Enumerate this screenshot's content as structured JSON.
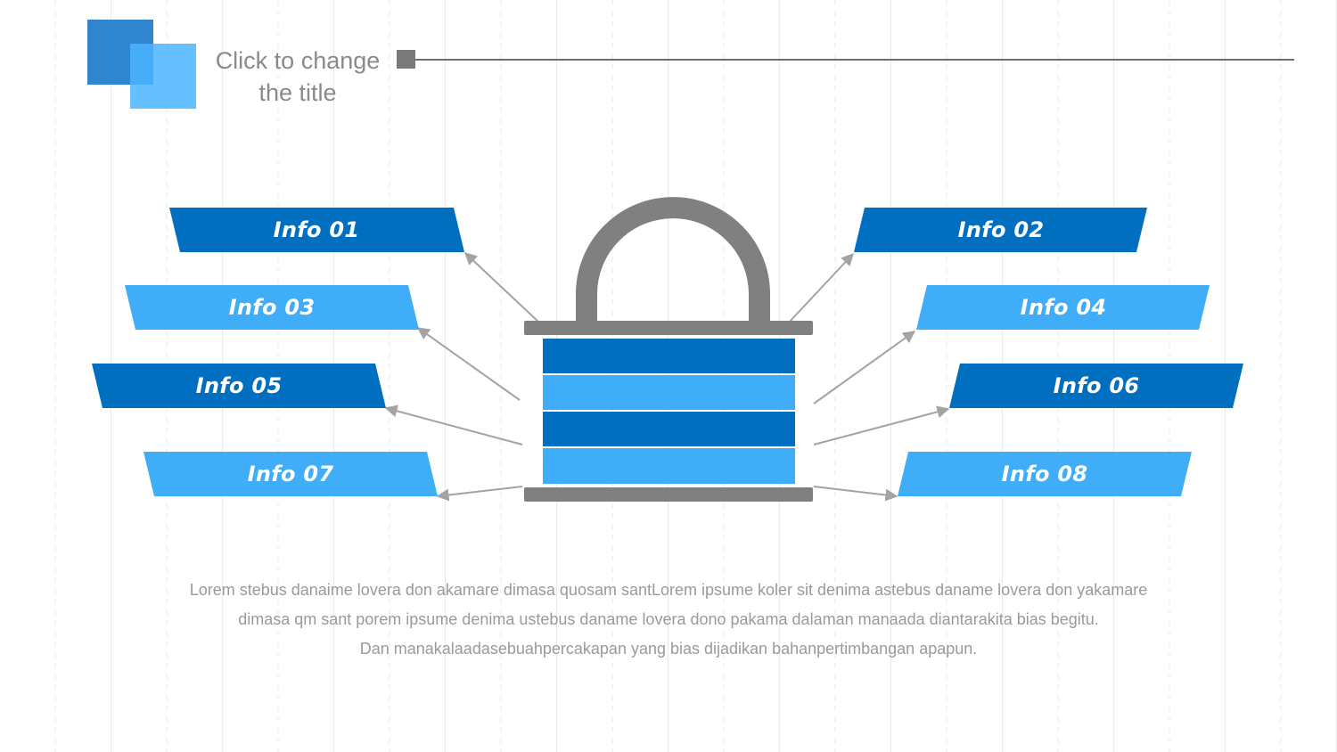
{
  "slide": {
    "title": "Click to change\nthe title"
  },
  "colors": {
    "dark_blue": "#006fbf",
    "light_blue": "#3fadf8",
    "lock_gray": "#808080",
    "arrow_gray": "#a3a3a3"
  },
  "lock_icon": "padlock-icon",
  "infos": [
    {
      "label": "Info 01",
      "tone": "dark"
    },
    {
      "label": "Info 02",
      "tone": "dark"
    },
    {
      "label": "Info 03",
      "tone": "light"
    },
    {
      "label": "Info 04",
      "tone": "light"
    },
    {
      "label": "Info 05",
      "tone": "dark"
    },
    {
      "label": "Info 06",
      "tone": "dark"
    },
    {
      "label": "Info 07",
      "tone": "light"
    },
    {
      "label": "Info 08",
      "tone": "light"
    }
  ],
  "description": [
    "Lorem stebus danaime lovera don akamare dimasa quosam santLorem ipsume koler sit denima astebus daname lovera don yakamare",
    "dimasa qm sant porem ipsume denima ustebus daname lovera dono pakama dalaman manaada diantarakita bias begitu.",
    "Dan manakalaadasebuahpercakapan yang bias dijadikan bahanpertimbangan apapun."
  ]
}
